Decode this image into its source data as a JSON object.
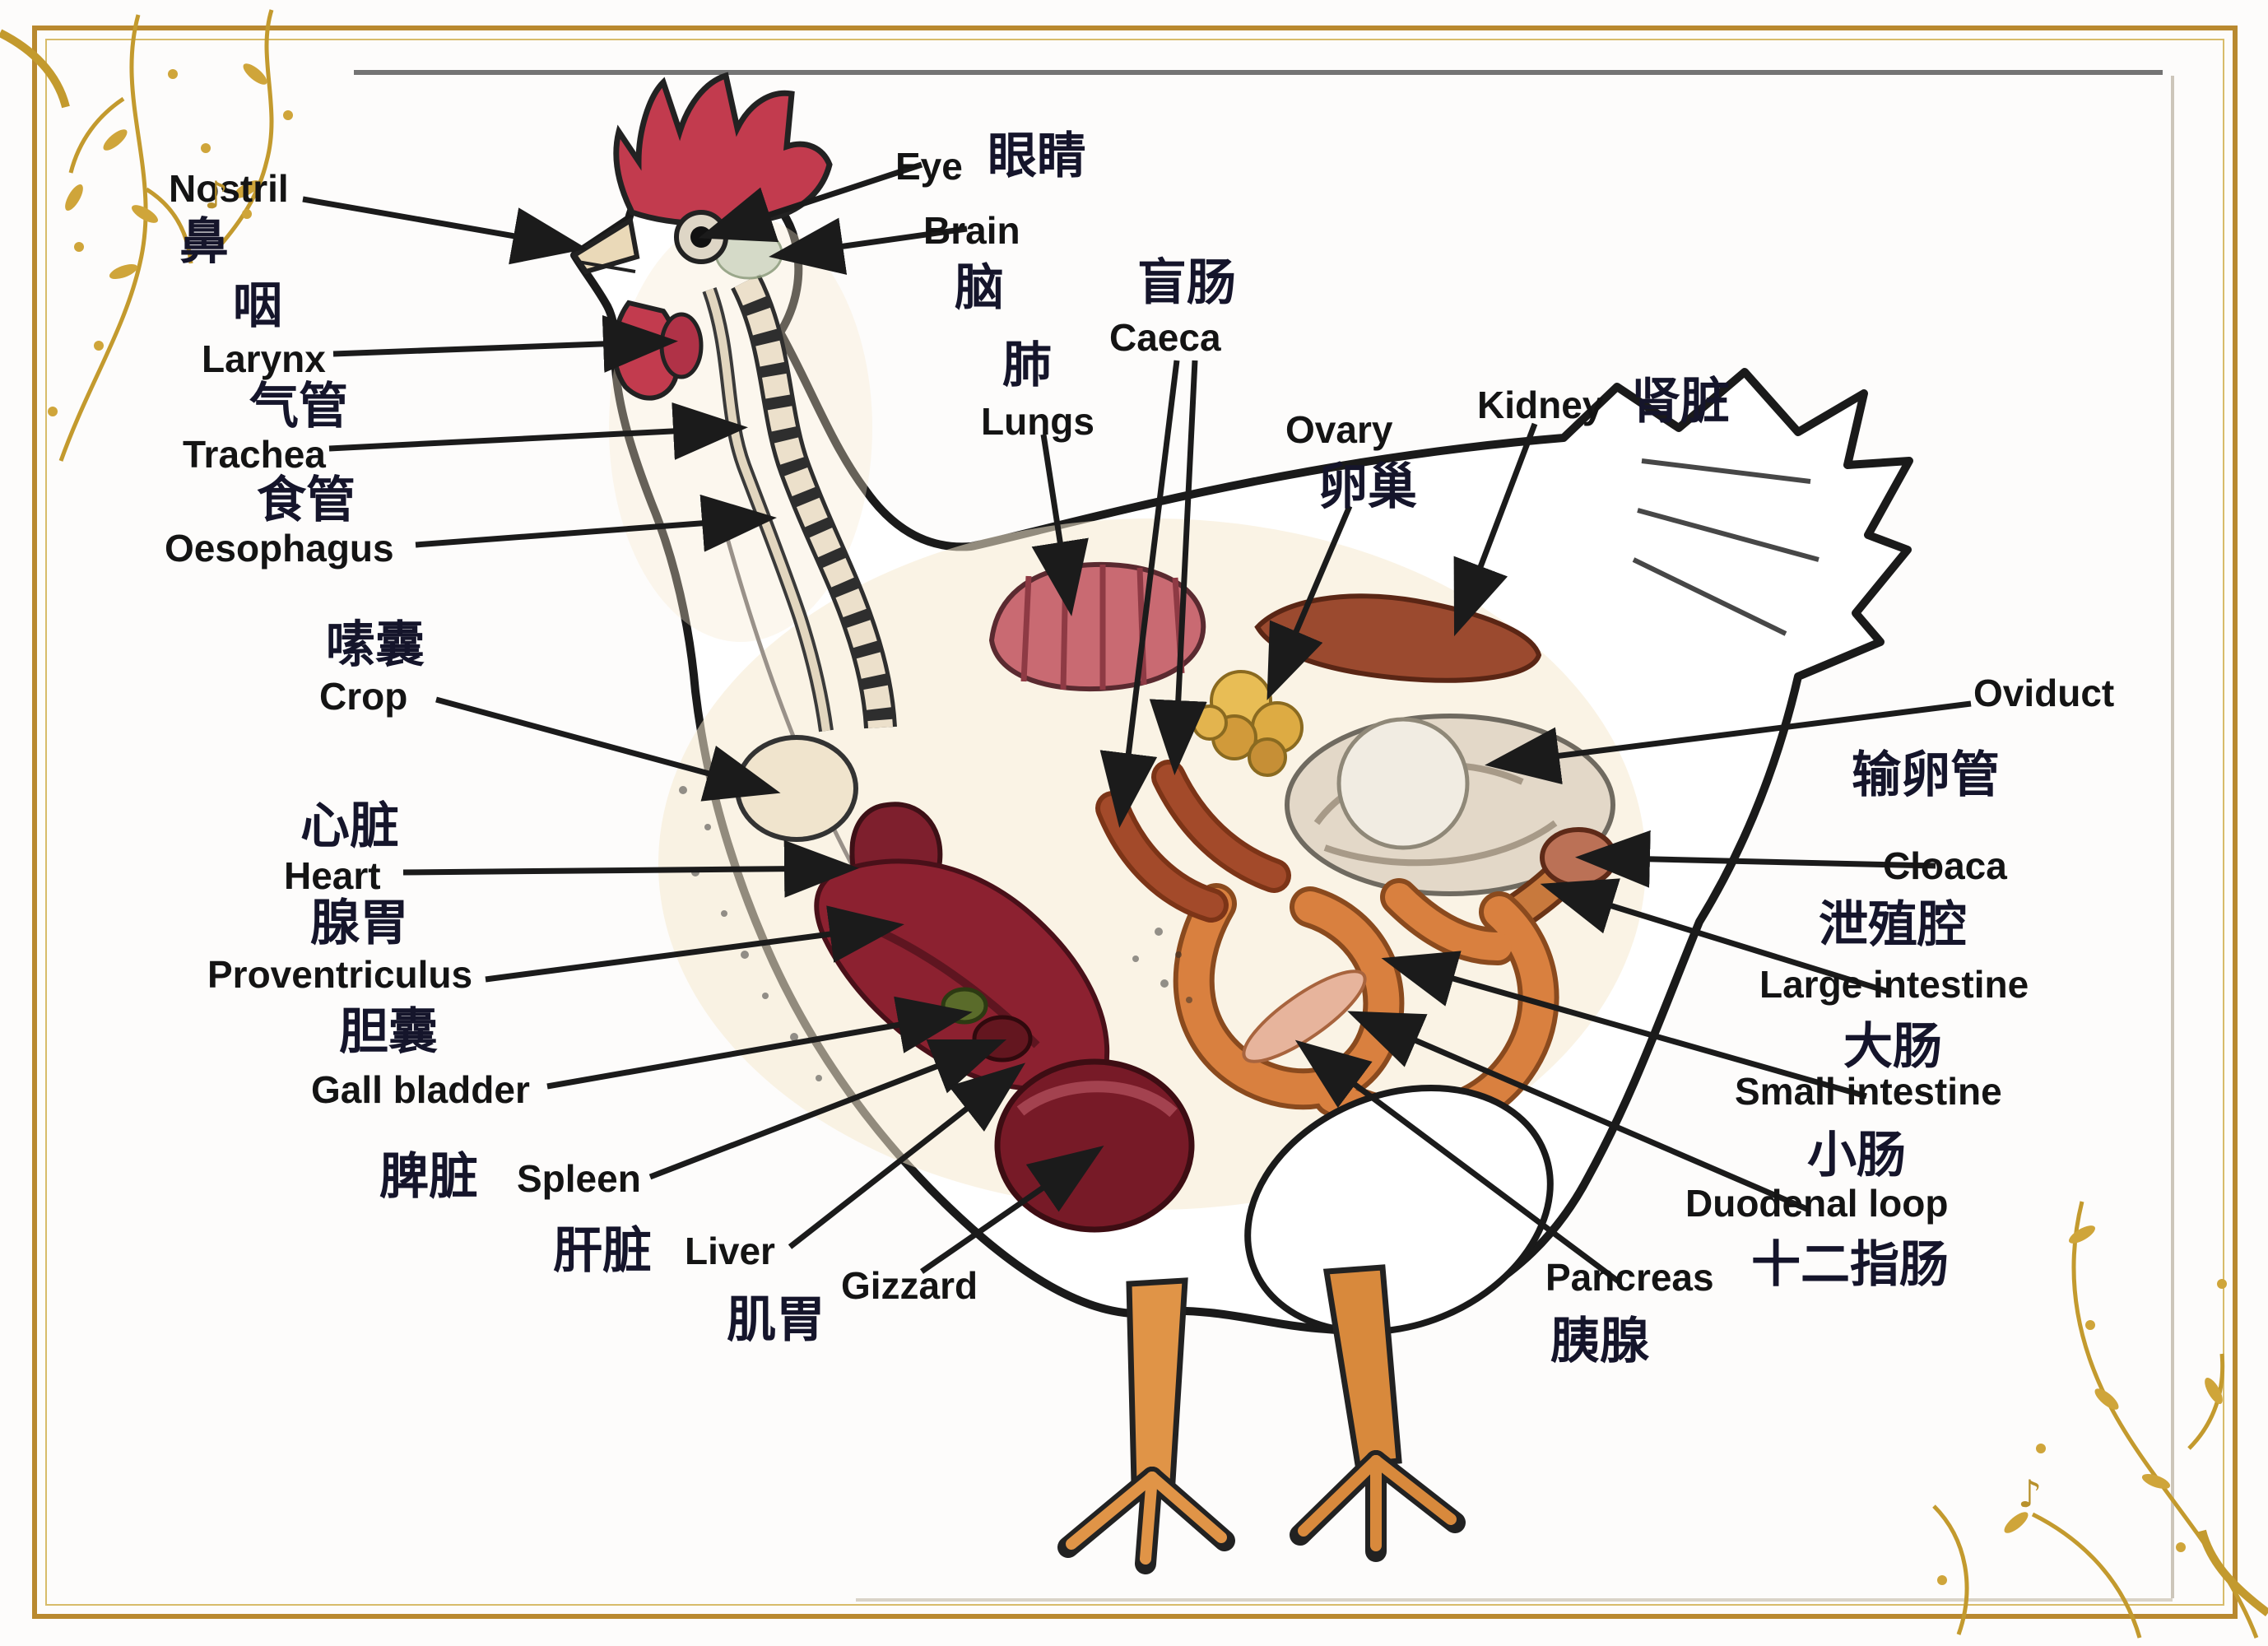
{
  "diagram": {
    "subject": "chicken-internal-anatomy",
    "labels": {
      "nostril": {
        "en": "Nostril",
        "zh": "鼻"
      },
      "larynx": {
        "en": "Larynx",
        "zh": "咽"
      },
      "trachea": {
        "en": "Trachea",
        "zh": "气管"
      },
      "oesophagus": {
        "en": "Oesophagus",
        "zh": "食管"
      },
      "crop": {
        "en": "Crop",
        "zh": "嗉囊"
      },
      "heart": {
        "en": "Heart",
        "zh": "心脏"
      },
      "proventriculus": {
        "en": "Proventriculus",
        "zh": "腺胃"
      },
      "gall_bladder": {
        "en": "Gall bladder",
        "zh": "胆囊"
      },
      "spleen": {
        "en": "Spleen",
        "zh": "脾脏"
      },
      "liver": {
        "en": "Liver",
        "zh": "肝脏"
      },
      "gizzard": {
        "en": "Gizzard",
        "zh": "肌胃"
      },
      "eye": {
        "en": "Eye",
        "zh": "眼睛"
      },
      "brain": {
        "en": "Brain",
        "zh": "脑"
      },
      "lungs": {
        "en": "Lungs",
        "zh": "肺"
      },
      "caeca": {
        "en": "Caeca",
        "zh": "盲肠"
      },
      "ovary": {
        "en": "Ovary",
        "zh": "卵巢"
      },
      "kidney": {
        "en": "Kidney",
        "zh": "肾脏"
      },
      "oviduct": {
        "en": "Oviduct",
        "zh": "输卵管"
      },
      "cloaca": {
        "en": "Cloaca",
        "zh": "泄殖腔"
      },
      "large_intestine": {
        "en": "Large intestine",
        "zh": "大肠"
      },
      "small_intestine": {
        "en": "Small intestine",
        "zh": "小肠"
      },
      "duodenal_loop": {
        "en": "Duodenal loop",
        "zh": "十二指肠"
      },
      "pancreas": {
        "en": "Pancreas",
        "zh": "胰腺"
      }
    },
    "colors": {
      "outline": "#1a1a1a",
      "comb_red": "#c23b4e",
      "organ_dark_red": "#8c2130",
      "gizzard_red": "#771a27",
      "lung_pink": "#c96a72",
      "intestine_orange": "#d9803f",
      "kidney_brown": "#9b4a2f",
      "ovary_yellow": "#e8bd55",
      "leg_orange": "#e09447",
      "frame_gold": "#b9892f",
      "decor_gold": "#c39a2e"
    },
    "decor": {
      "note_glyph": "♪"
    }
  }
}
